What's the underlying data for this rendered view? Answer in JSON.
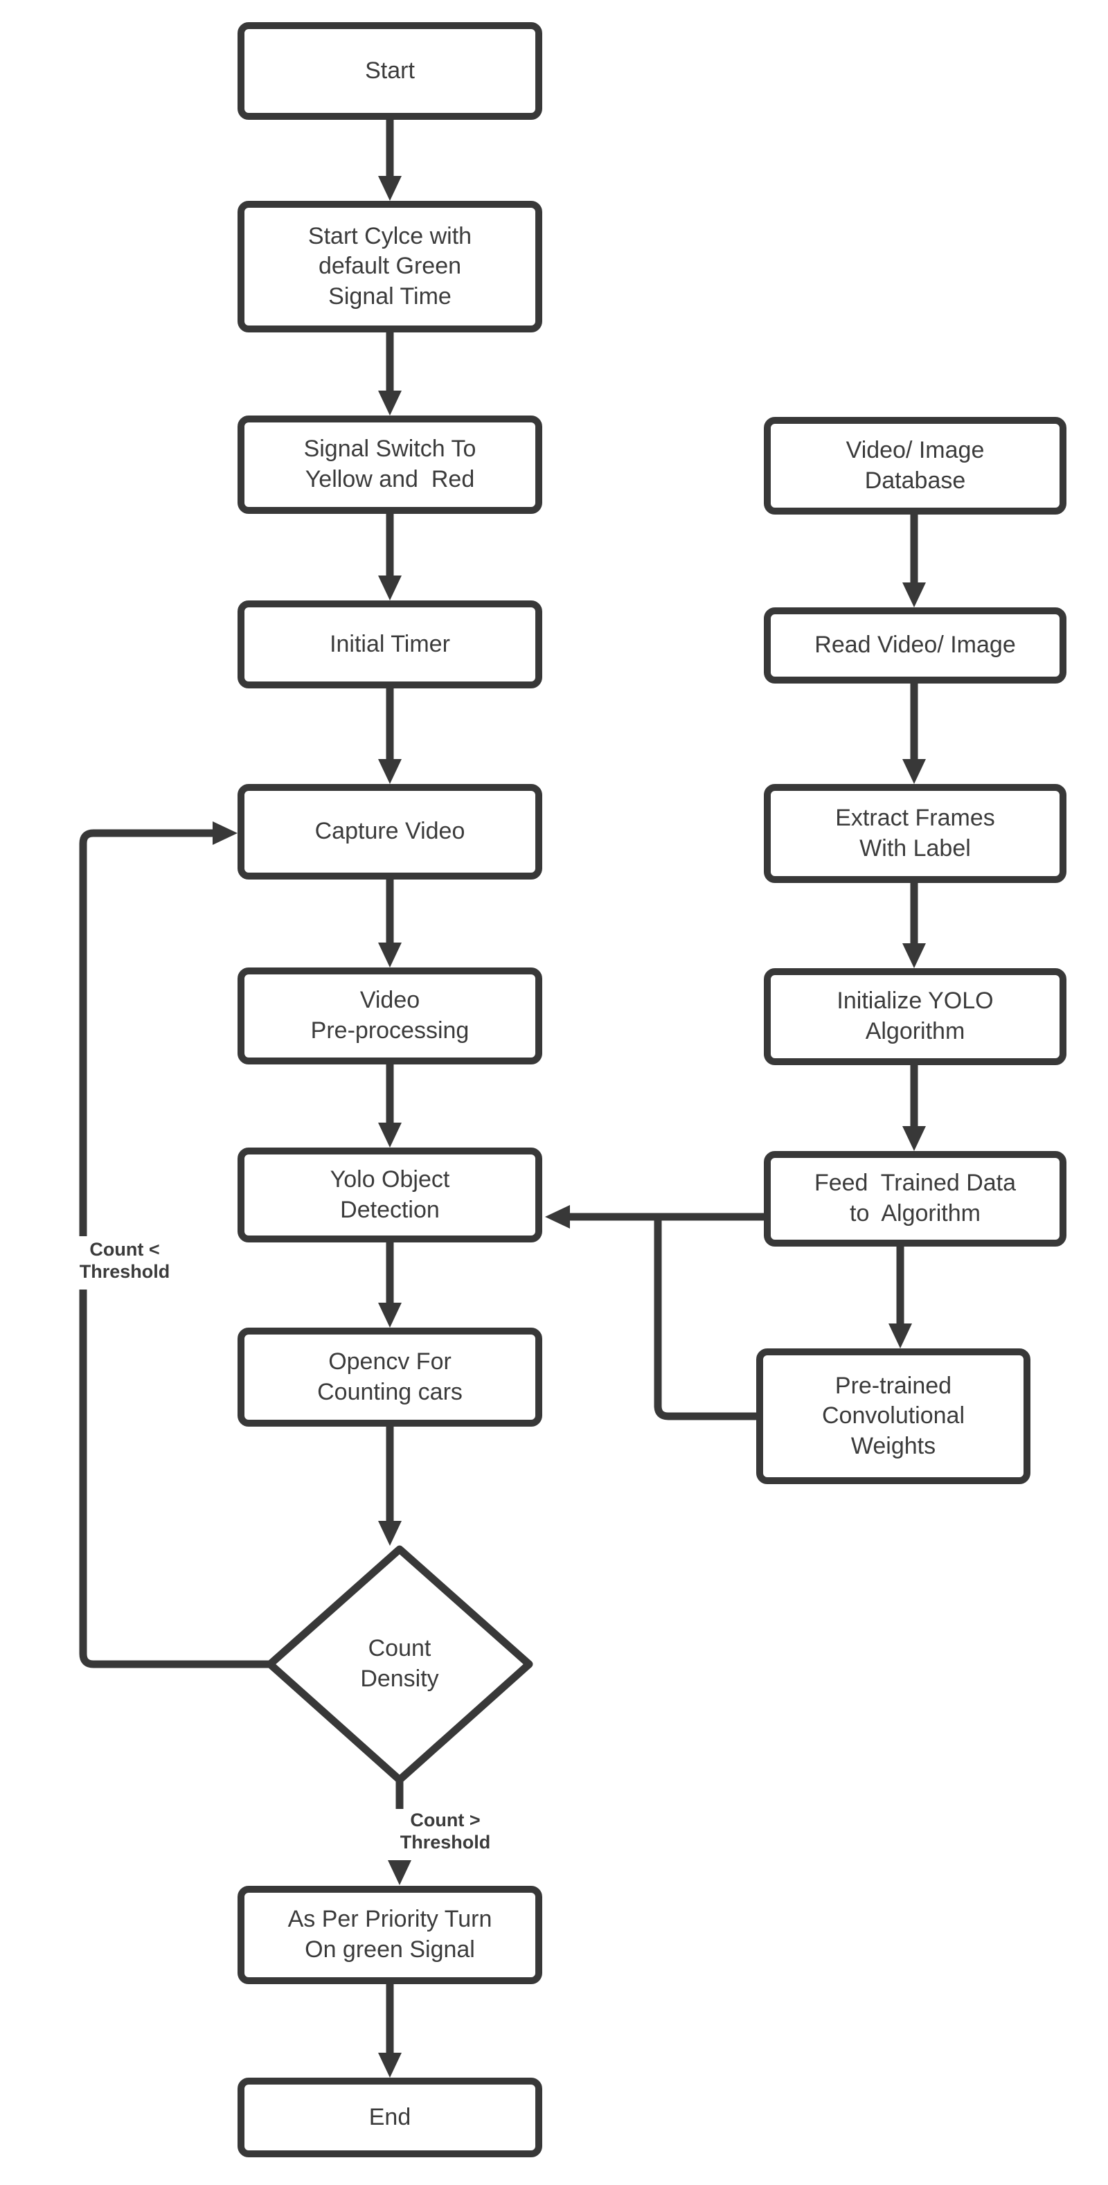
{
  "canvas": {
    "background_color": "#ffffff",
    "stroke_color": "#383838",
    "text_color": "#3b3b3b"
  },
  "nodes": {
    "start": {
      "label": "Start"
    },
    "start_cycle": {
      "label": "Start Cylce with\ndefault Green\nSignal Time"
    },
    "signal_switch": {
      "label": "Signal Switch To\nYellow and  Red"
    },
    "initial_timer": {
      "label": "Initial Timer"
    },
    "capture_video": {
      "label": "Capture Video"
    },
    "video_preprocessing": {
      "label": "Video\nPre-processing"
    },
    "yolo_detection": {
      "label": "Yolo Object\nDetection"
    },
    "opencv_counting": {
      "label": "Opencv For\nCounting cars"
    },
    "count_density": {
      "label": "Count\nDensity"
    },
    "priority_green": {
      "label": "As Per Priority Turn\nOn green Signal"
    },
    "end": {
      "label": "End"
    },
    "video_db": {
      "label": "Video/ Image\nDatabase"
    },
    "read_video": {
      "label": "Read Video/ Image"
    },
    "extract_frames": {
      "label": "Extract Frames\nWith Label"
    },
    "init_yolo": {
      "label": "Initialize YOLO\nAlgorithm"
    },
    "feed_data": {
      "label": "Feed  Trained Data\nto  Algorithm"
    },
    "pretrained_weights": {
      "label": "Pre-trained\nConvolutional\nWeights"
    }
  },
  "edge_labels": {
    "count_less": "Count <\nThreshold",
    "count_greater": "Count >\nThreshold"
  }
}
